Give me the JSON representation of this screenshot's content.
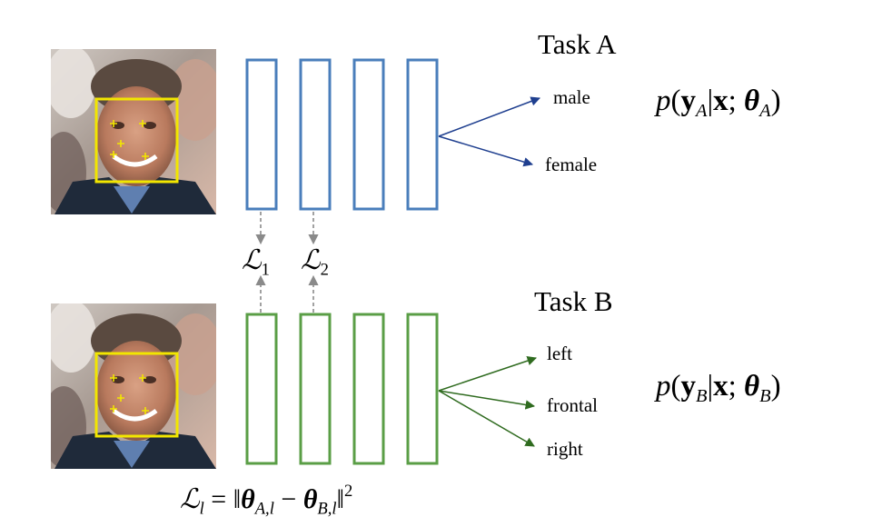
{
  "task_a": {
    "title": "Task A",
    "outputs": [
      "male",
      "female"
    ],
    "formula_symbol": "p",
    "formula_var": "y",
    "formula_sub": "A",
    "formula_x": "x",
    "formula_theta": "θ",
    "color": "#4a7ebb",
    "arrow_color": "#1f3f8f"
  },
  "task_b": {
    "title": "Task B",
    "outputs": [
      "left",
      "frontal",
      "right"
    ],
    "formula_symbol": "p",
    "formula_var": "y",
    "formula_sub": "B",
    "formula_x": "x",
    "formula_theta": "θ",
    "color": "#5a9e46",
    "arrow_color": "#2f6b1f"
  },
  "layer_losses": [
    {
      "symbol": "ℒ",
      "sub": "1"
    },
    {
      "symbol": "ℒ",
      "sub": "2"
    }
  ],
  "loss_equation": {
    "lhs_symbol": "ℒ",
    "lhs_sub": "l",
    "theta": "θ",
    "sub_a": "A,l",
    "sub_b": "B,l",
    "exponent": "2"
  },
  "landmark_color": "#f2e600"
}
